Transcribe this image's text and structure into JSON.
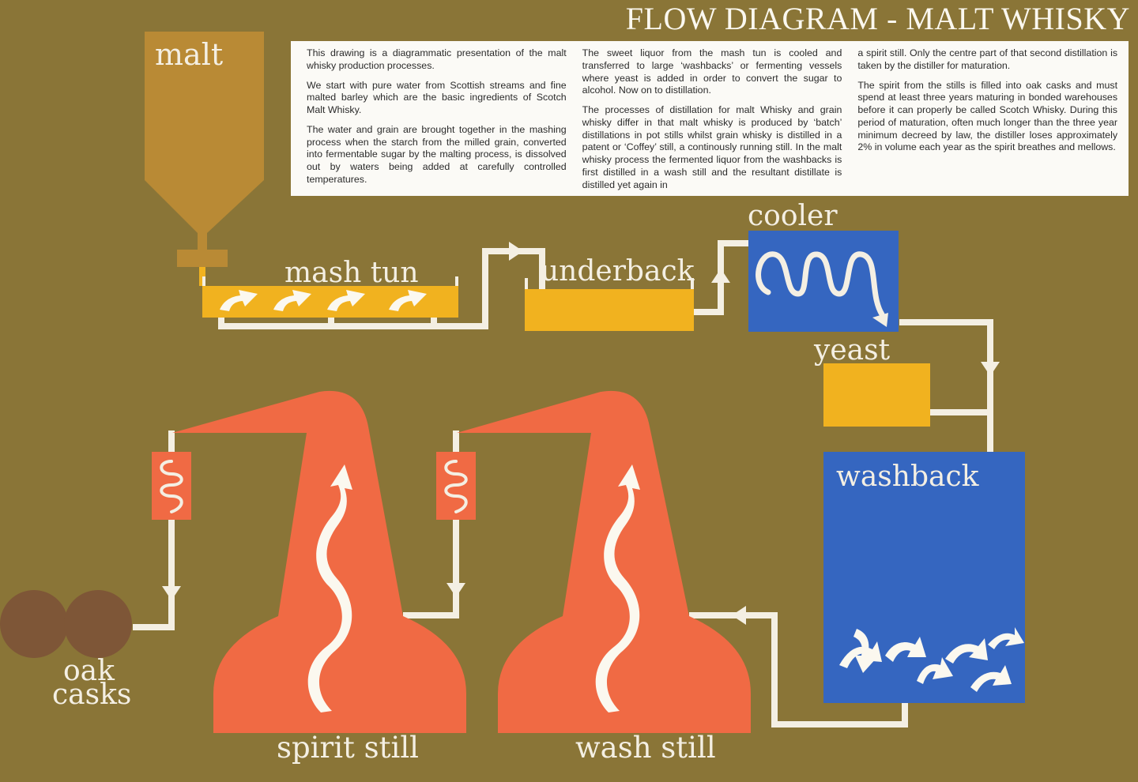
{
  "title": "FLOW DIAGRAM - MALT WHISKY",
  "intro_columns": [
    [
      "This drawing is a diagrammatic presentation of the malt whisky production processes.",
      "We start with pure water from Scottish streams and fine malted barley which are the basic ingredients of Scotch Malt Whisky.",
      "The water and grain are brought together in the mashing process when the starch from the milled grain, converted into fermentable sugar by the malting process, is dissolved out by waters being added at carefully controlled temperatures."
    ],
    [
      "The sweet liquor from the mash tun is cooled and transferred to large ‘washbacks’ or fermenting vessels where yeast is added in order to convert the sugar to alcohol. Now on to distillation.",
      "The processes of distillation for malt Whisky and grain whisky differ in that malt whisky is produced by ‘batch’ distillations in pot stills whilst grain whisky is distilled in a patent or ‘Coffey’ still, a continously running still. In the malt whisky process the fermented liquor from the washbacks is first distilled in a wash still and the resultant distillate is distilled yet again in"
    ],
    [
      "a spirit still. Only the centre part of that second distillation is taken by the distiller for maturation.",
      "The spirit from the stills is filled into oak casks and must spend at least three years maturing in bonded warehouses before it can properly be called Scotch Whisky. During this period of maturation, often much longer than the three year minimum decreed by law, the distiller loses approximately 2% in volume each year as the spirit breathes and mellows."
    ]
  ],
  "labels": {
    "malt": "malt",
    "mash_tun": "mash tun",
    "underback": "underback",
    "cooler": "cooler",
    "yeast": "yeast",
    "washback": "washback",
    "wash_still": "wash still",
    "spirit_still": "spirit still",
    "oak_casks_line1": "oak",
    "oak_casks_line2": "casks"
  },
  "colors": {
    "background": "#8a7537",
    "malt_hopper": "#b98a35",
    "yellow_vessel": "#f1b21f",
    "blue_vessel": "#3566c0",
    "still": "#f06a44",
    "cask": "#7e5637",
    "pipe": "#f4efe3",
    "panel": "#fbfaf6"
  },
  "icons": {
    "malt": "hopper-icon",
    "mash_tun": "mash-tun-tank-icon",
    "underback": "underback-tank-icon",
    "cooler": "cooling-coil-icon",
    "yeast": "yeast-tank-icon",
    "washback": "washback-vessel-icon",
    "wash_still": "pot-still-icon",
    "spirit_still": "pot-still-icon",
    "oak_casks": "oak-cask-icon"
  }
}
